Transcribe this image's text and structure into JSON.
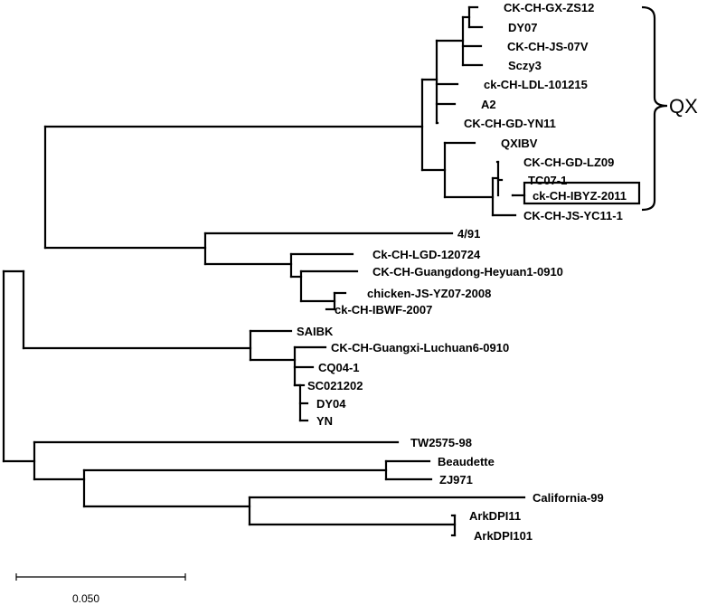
{
  "tree": {
    "leaves": [
      "CK-CH-GX-ZS12",
      "DY07",
      "CK-CH-JS-07V",
      "Sczy3",
      "ck-CH-LDL-101215",
      "A2",
      "CK-CH-GD-YN11",
      "QXIBV",
      "CK-CH-GD-LZ09",
      "TC07-1",
      "ck-CH-IBYZ-2011",
      "CK-CH-JS-YC11-1",
      "4/91",
      "Ck-CH-LGD-120724",
      "CK-CH-Guangdong-Heyuan1-0910",
      "chicken-JS-YZ07-2008",
      "ck-CH-IBWF-2007",
      "SAIBK",
      "CK-CH-Guangxi-Luchuan6-0910",
      "CQ04-1",
      "SC021202",
      "DY04",
      "YN",
      "TW2575-98",
      "Beaudette",
      "ZJ971",
      "California-99",
      "ArkDPI11",
      "ArkDPI101"
    ],
    "highlighted_leaf": "ck-CH-IBYZ-2011",
    "clade_label": "QX",
    "scale_label": "0.050"
  }
}
